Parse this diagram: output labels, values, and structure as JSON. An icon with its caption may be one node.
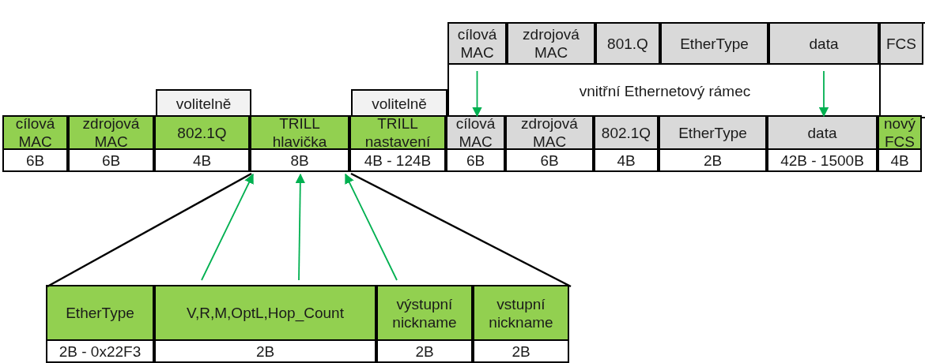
{
  "diagram": {
    "nodes": [
      {
        "text": [
          "vnitřní Ethernetový rámec"
        ]
      },
      {
        "text": [
          "cílová MAC"
        ],
        "in": 0
      },
      {
        "text": [
          "zdrojová MAC"
        ],
        "in": 0
      },
      {
        "text": [
          "801.Q"
        ],
        "in": 0
      },
      {
        "text": [
          "EtherType"
        ],
        "in": 0
      },
      {
        "text": [
          "data"
        ],
        "in": 0
      },
      {
        "text": [
          "FCS"
        ],
        "in": 0
      },
      {
        "text": [
          "cílová MAC",
          "6B"
        ]
      },
      {
        "text": [
          "zdrojová MAC",
          "6B"
        ]
      },
      {
        "text": [
          "802.1Q",
          "4B"
        ],
        "beside": [
          "volitelně"
        ]
      },
      {
        "text": [
          "TRILL hlavička",
          "8B"
        ]
      },
      {
        "text": [
          "TRILL nastavení",
          "4B - 124B"
        ],
        "beside": [
          "volitelně"
        ]
      },
      {
        "text": [
          "cílová MAC",
          "6B"
        ]
      },
      {
        "text": [
          "zdrojová MAC",
          "6B"
        ]
      },
      {
        "text": [
          "802.1Q",
          "4B"
        ]
      },
      {
        "text": [
          "EtherType",
          "2B"
        ]
      },
      {
        "text": [
          "data",
          "42B - 1500B"
        ]
      },
      {
        "text": [
          "nový FCS",
          "4B"
        ]
      },
      {
        "text": [
          "EtherType",
          "2B - 0x22F3"
        ]
      },
      {
        "text": [
          "V,R,M,OptL,Hop_Count",
          "2B"
        ]
      },
      {
        "text": [
          "výstupní nickname",
          "2B"
        ]
      },
      {
        "text": [
          "vstupní nickname",
          "2B"
        ]
      }
    ],
    "edges": [
      {
        "from": 1,
        "to": 12,
        "arrow": "to"
      },
      {
        "from": 5,
        "to": 16,
        "arrow": "to"
      },
      {
        "from": 19,
        "to": 10,
        "arrow": "to"
      },
      {
        "from": 19,
        "to": 10,
        "arrow": "to"
      },
      {
        "from": 20,
        "to": 10,
        "arrow": "to"
      },
      {
        "from": 10,
        "to": 18,
        "arrow": "none",
        "color": "#000000"
      },
      {
        "from": 10,
        "to": 21,
        "arrow": "none",
        "color": "#000000"
      }
    ]
  }
}
